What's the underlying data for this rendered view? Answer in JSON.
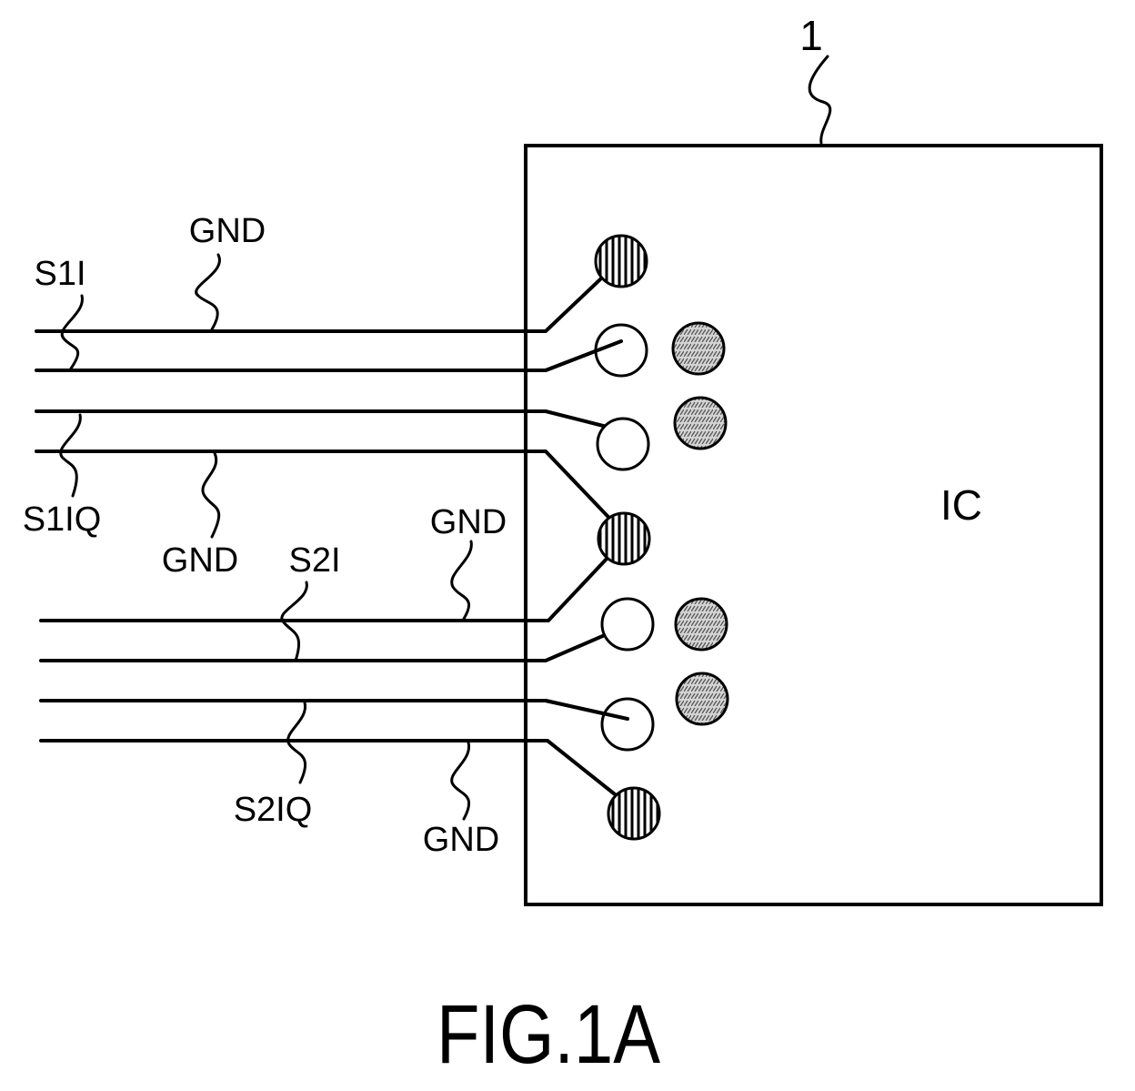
{
  "reference_numeral": "1",
  "ic_label": "IC",
  "figure_caption": "FIG.1A",
  "labels": {
    "s1i": "S1I",
    "s1iq": "S1IQ",
    "s2i": "S2I",
    "s2iq": "S2IQ",
    "gnd_top": "GND",
    "gnd_mid_left": "GND",
    "gnd_mid_right": "GND",
    "gnd_bottom": "GND"
  },
  "colors": {
    "ink": "#000000",
    "ground_pad_fill": "hatched-vertical",
    "stipple_pad_fill": "#cfcfcf"
  }
}
